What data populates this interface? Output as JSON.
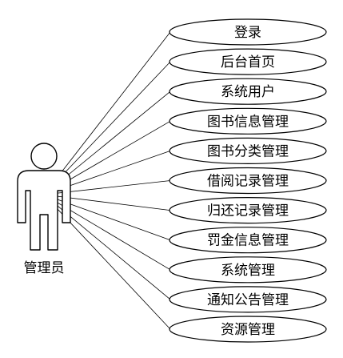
{
  "actor": {
    "label": "管理员"
  },
  "use_cases": [
    "登录",
    "后台首页",
    "系统用户",
    "图书信息管理",
    "图书分类管理",
    "借阅记录管理",
    "归还记录管理",
    "罚金信息管理",
    "系统管理",
    "通知公告管理",
    "资源管理"
  ]
}
